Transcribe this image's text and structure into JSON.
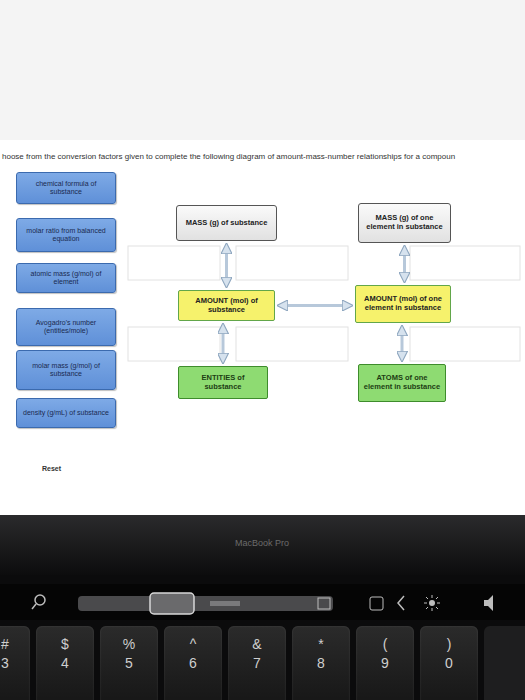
{
  "diagram": {
    "title": "hoose from the conversion factors given to complete the following diagram of amount-mass-number relationships for a compoun",
    "nodes": [
      {
        "text": [
          "chemical formula of substance"
        ]
      },
      {
        "text": [
          "molar ratio from balanced equation"
        ]
      },
      {
        "text": [
          "atomic mass (g/mol) of element"
        ]
      },
      {
        "text": [
          "Avogadro's number (entities/mole)"
        ]
      },
      {
        "text": [
          "molar mass (g/mol) of substance"
        ]
      },
      {
        "text": [
          "density (g/mL) of substance"
        ]
      },
      {
        "text": [
          "MASS (g) of substance"
        ]
      },
      {
        "text": [
          "MASS (g) of one element in substance"
        ]
      },
      {
        "text": [
          "AMOUNT (mol) of substance"
        ]
      },
      {
        "text": [
          "AMOUNT (mol) of one element in substance"
        ]
      },
      {
        "text": [
          "ENTITIES of substance"
        ]
      },
      {
        "text": [
          "ATOMS of one element in substance"
        ]
      },
      {
        "text": [
          "#",
          "3"
        ]
      },
      {
        "text": [
          "$",
          "4"
        ]
      },
      {
        "text": [
          "%",
          "5"
        ]
      },
      {
        "text": [
          "^",
          "6"
        ]
      },
      {
        "text": [
          "&",
          "7"
        ]
      },
      {
        "text": [
          "*",
          "8"
        ]
      },
      {
        "text": [
          "(",
          "9"
        ]
      },
      {
        "text": [
          ")",
          "0"
        ]
      }
    ],
    "edges": [
      {
        "from": 6,
        "to": 8,
        "arrow": "both"
      },
      {
        "from": 7,
        "to": 9,
        "arrow": "both"
      },
      {
        "from": 8,
        "to": 9,
        "arrow": "both"
      },
      {
        "from": 8,
        "to": 10,
        "arrow": "both"
      },
      {
        "from": 9,
        "to": 11,
        "arrow": "both"
      }
    ],
    "labels": [
      "Reset",
      "MacBook Pro"
    ]
  }
}
